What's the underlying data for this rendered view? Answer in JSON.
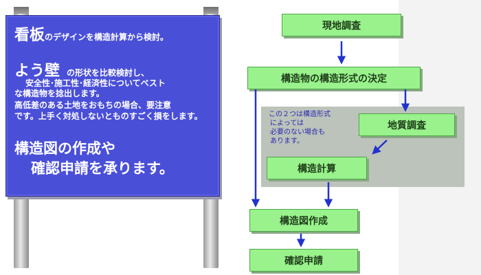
{
  "sign": {
    "line1_big": "看板",
    "line1_rest": "のデザインを構造計算から検討。",
    "line2_big": "よう壁",
    "line2_rest": "の形状を比較検討し、",
    "line3": "安全性･施工性･経済性についてベスト",
    "line4": "な構造物を捻出します。",
    "line5": "高低差のある土地をおもちの場合、要注意",
    "line6": "です。上手く対処しないとものすごく損をします。",
    "line7": "構造図の作成や",
    "line8": "確認申請を承ります。"
  },
  "flow": {
    "step1": "現地調査",
    "step2": "構造物の構造形式の決定",
    "step3": "地質調査",
    "step4": "構造計算",
    "step5": "構造図作成",
    "step6": "確認申請",
    "note_lines": [
      "この２つは構造形式",
      "によっては",
      "必要のない場合も",
      "あります。"
    ]
  },
  "colors": {
    "sign_blue": "#4a4fd8",
    "box_green": "#99f28c",
    "arrow_blue": "#2233cc",
    "gray_zone": "#bcc3ba"
  }
}
